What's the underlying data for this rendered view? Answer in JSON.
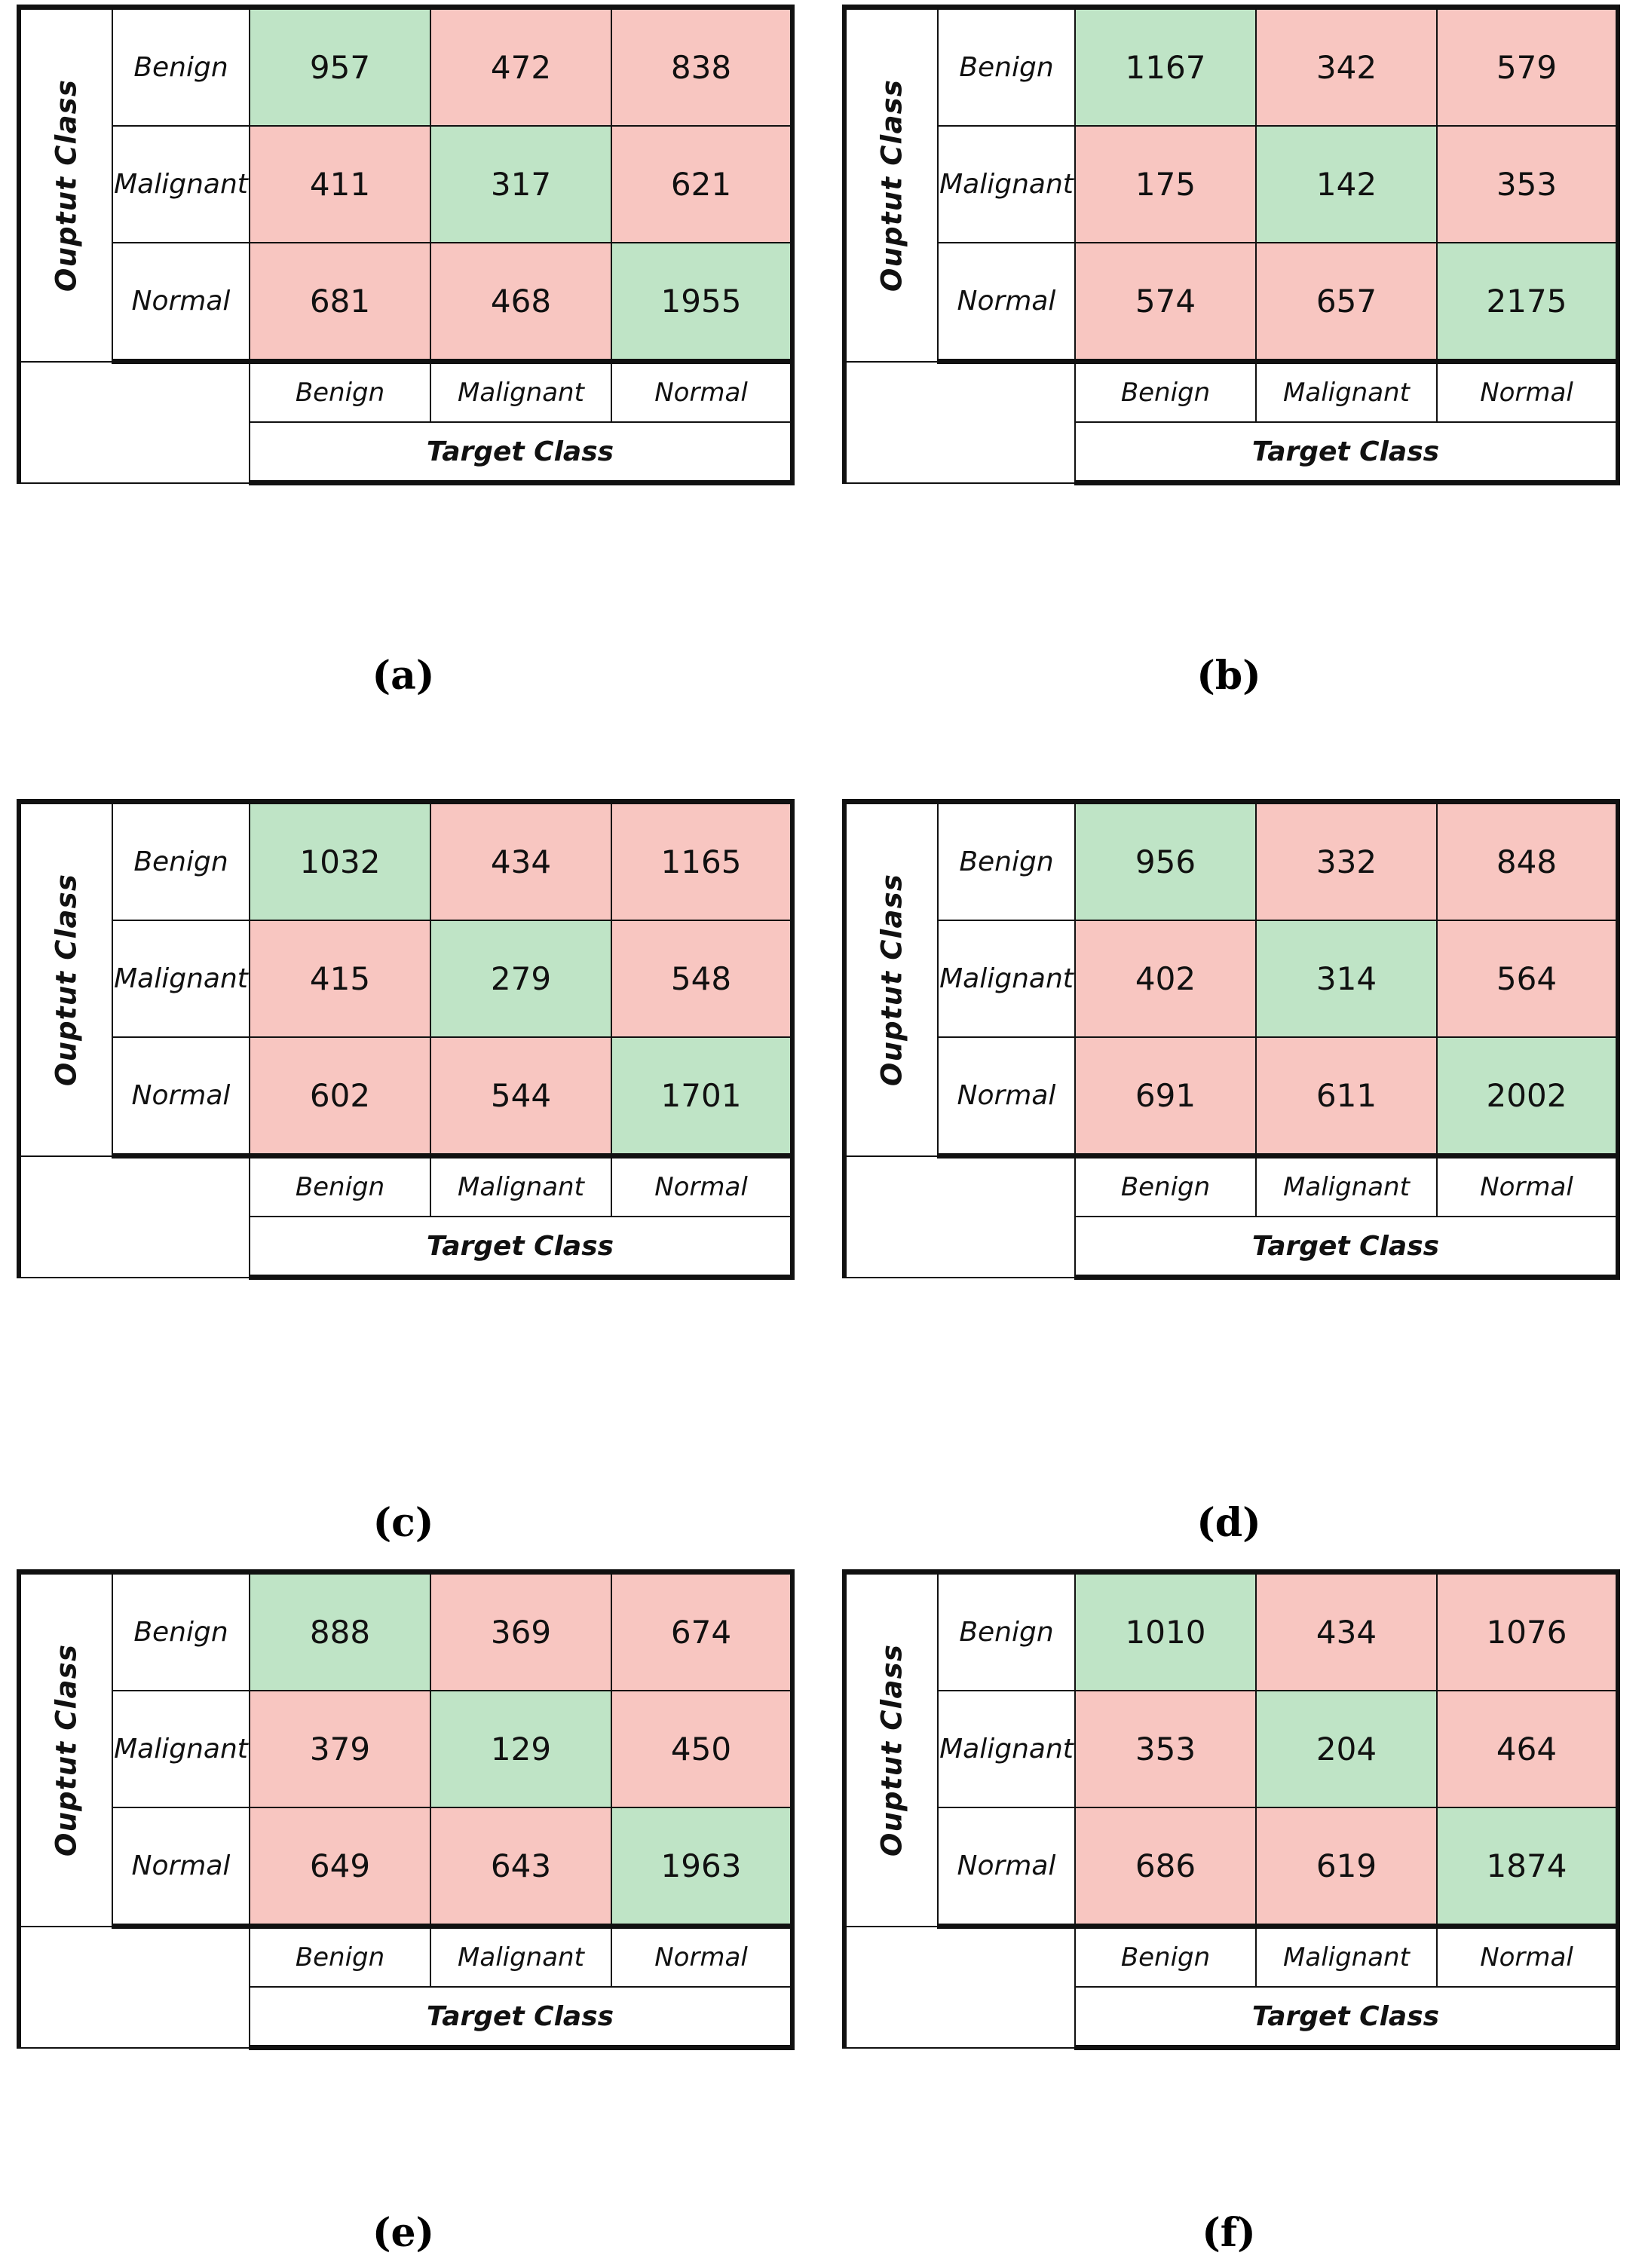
{
  "figure": {
    "class_labels": [
      "Benign",
      "Malignant",
      "Normal"
    ],
    "row_axis_label": "Ouptut Class",
    "col_axis_label": "Target Class",
    "colors": {
      "diagonal": "#bfe4c6",
      "off_diagonal": "#f8c6c1",
      "border": "#111111",
      "background": "#ffffff"
    }
  },
  "chart_data": [
    {
      "type": "heatmap",
      "panel": "a",
      "title": "(a)",
      "xlabel": "Target Class",
      "ylabel": "Ouptut Class",
      "categories": [
        "Benign",
        "Malignant",
        "Normal"
      ],
      "rows": [
        "Benign",
        "Malignant",
        "Normal"
      ],
      "matrix": [
        [
          957,
          472,
          838
        ],
        [
          411,
          317,
          621
        ],
        [
          681,
          468,
          1955
        ]
      ]
    },
    {
      "type": "heatmap",
      "panel": "b",
      "title": "(b)",
      "xlabel": "Target Class",
      "ylabel": "Ouptut Class",
      "categories": [
        "Benign",
        "Malignant",
        "Normal"
      ],
      "rows": [
        "Benign",
        "Malignant",
        "Normal"
      ],
      "matrix": [
        [
          1167,
          342,
          579
        ],
        [
          175,
          142,
          353
        ],
        [
          574,
          657,
          2175
        ]
      ]
    },
    {
      "type": "heatmap",
      "panel": "c",
      "title": "(c)",
      "xlabel": "Target Class",
      "ylabel": "Ouptut Class",
      "categories": [
        "Benign",
        "Malignant",
        "Normal"
      ],
      "rows": [
        "Benign",
        "Malignant",
        "Normal"
      ],
      "matrix": [
        [
          1032,
          434,
          1165
        ],
        [
          415,
          279,
          548
        ],
        [
          602,
          544,
          1701
        ]
      ]
    },
    {
      "type": "heatmap",
      "panel": "d",
      "title": "(d)",
      "xlabel": "Target Class",
      "ylabel": "Ouptut Class",
      "categories": [
        "Benign",
        "Malignant",
        "Normal"
      ],
      "rows": [
        "Benign",
        "Malignant",
        "Normal"
      ],
      "matrix": [
        [
          956,
          332,
          848
        ],
        [
          402,
          314,
          564
        ],
        [
          691,
          611,
          2002
        ]
      ]
    },
    {
      "type": "heatmap",
      "panel": "e",
      "title": "(e)",
      "xlabel": "Target Class",
      "ylabel": "Ouptut Class",
      "categories": [
        "Benign",
        "Malignant",
        "Normal"
      ],
      "rows": [
        "Benign",
        "Malignant",
        "Normal"
      ],
      "matrix": [
        [
          888,
          369,
          674
        ],
        [
          379,
          129,
          450
        ],
        [
          649,
          643,
          1963
        ]
      ]
    },
    {
      "type": "heatmap",
      "panel": "f",
      "title": "(f)",
      "xlabel": "Target Class",
      "ylabel": "Ouptut Class",
      "categories": [
        "Benign",
        "Malignant",
        "Normal"
      ],
      "rows": [
        "Benign",
        "Malignant",
        "Normal"
      ],
      "matrix": [
        [
          1010,
          434,
          1076
        ],
        [
          353,
          204,
          464
        ],
        [
          686,
          619,
          1874
        ]
      ]
    }
  ]
}
